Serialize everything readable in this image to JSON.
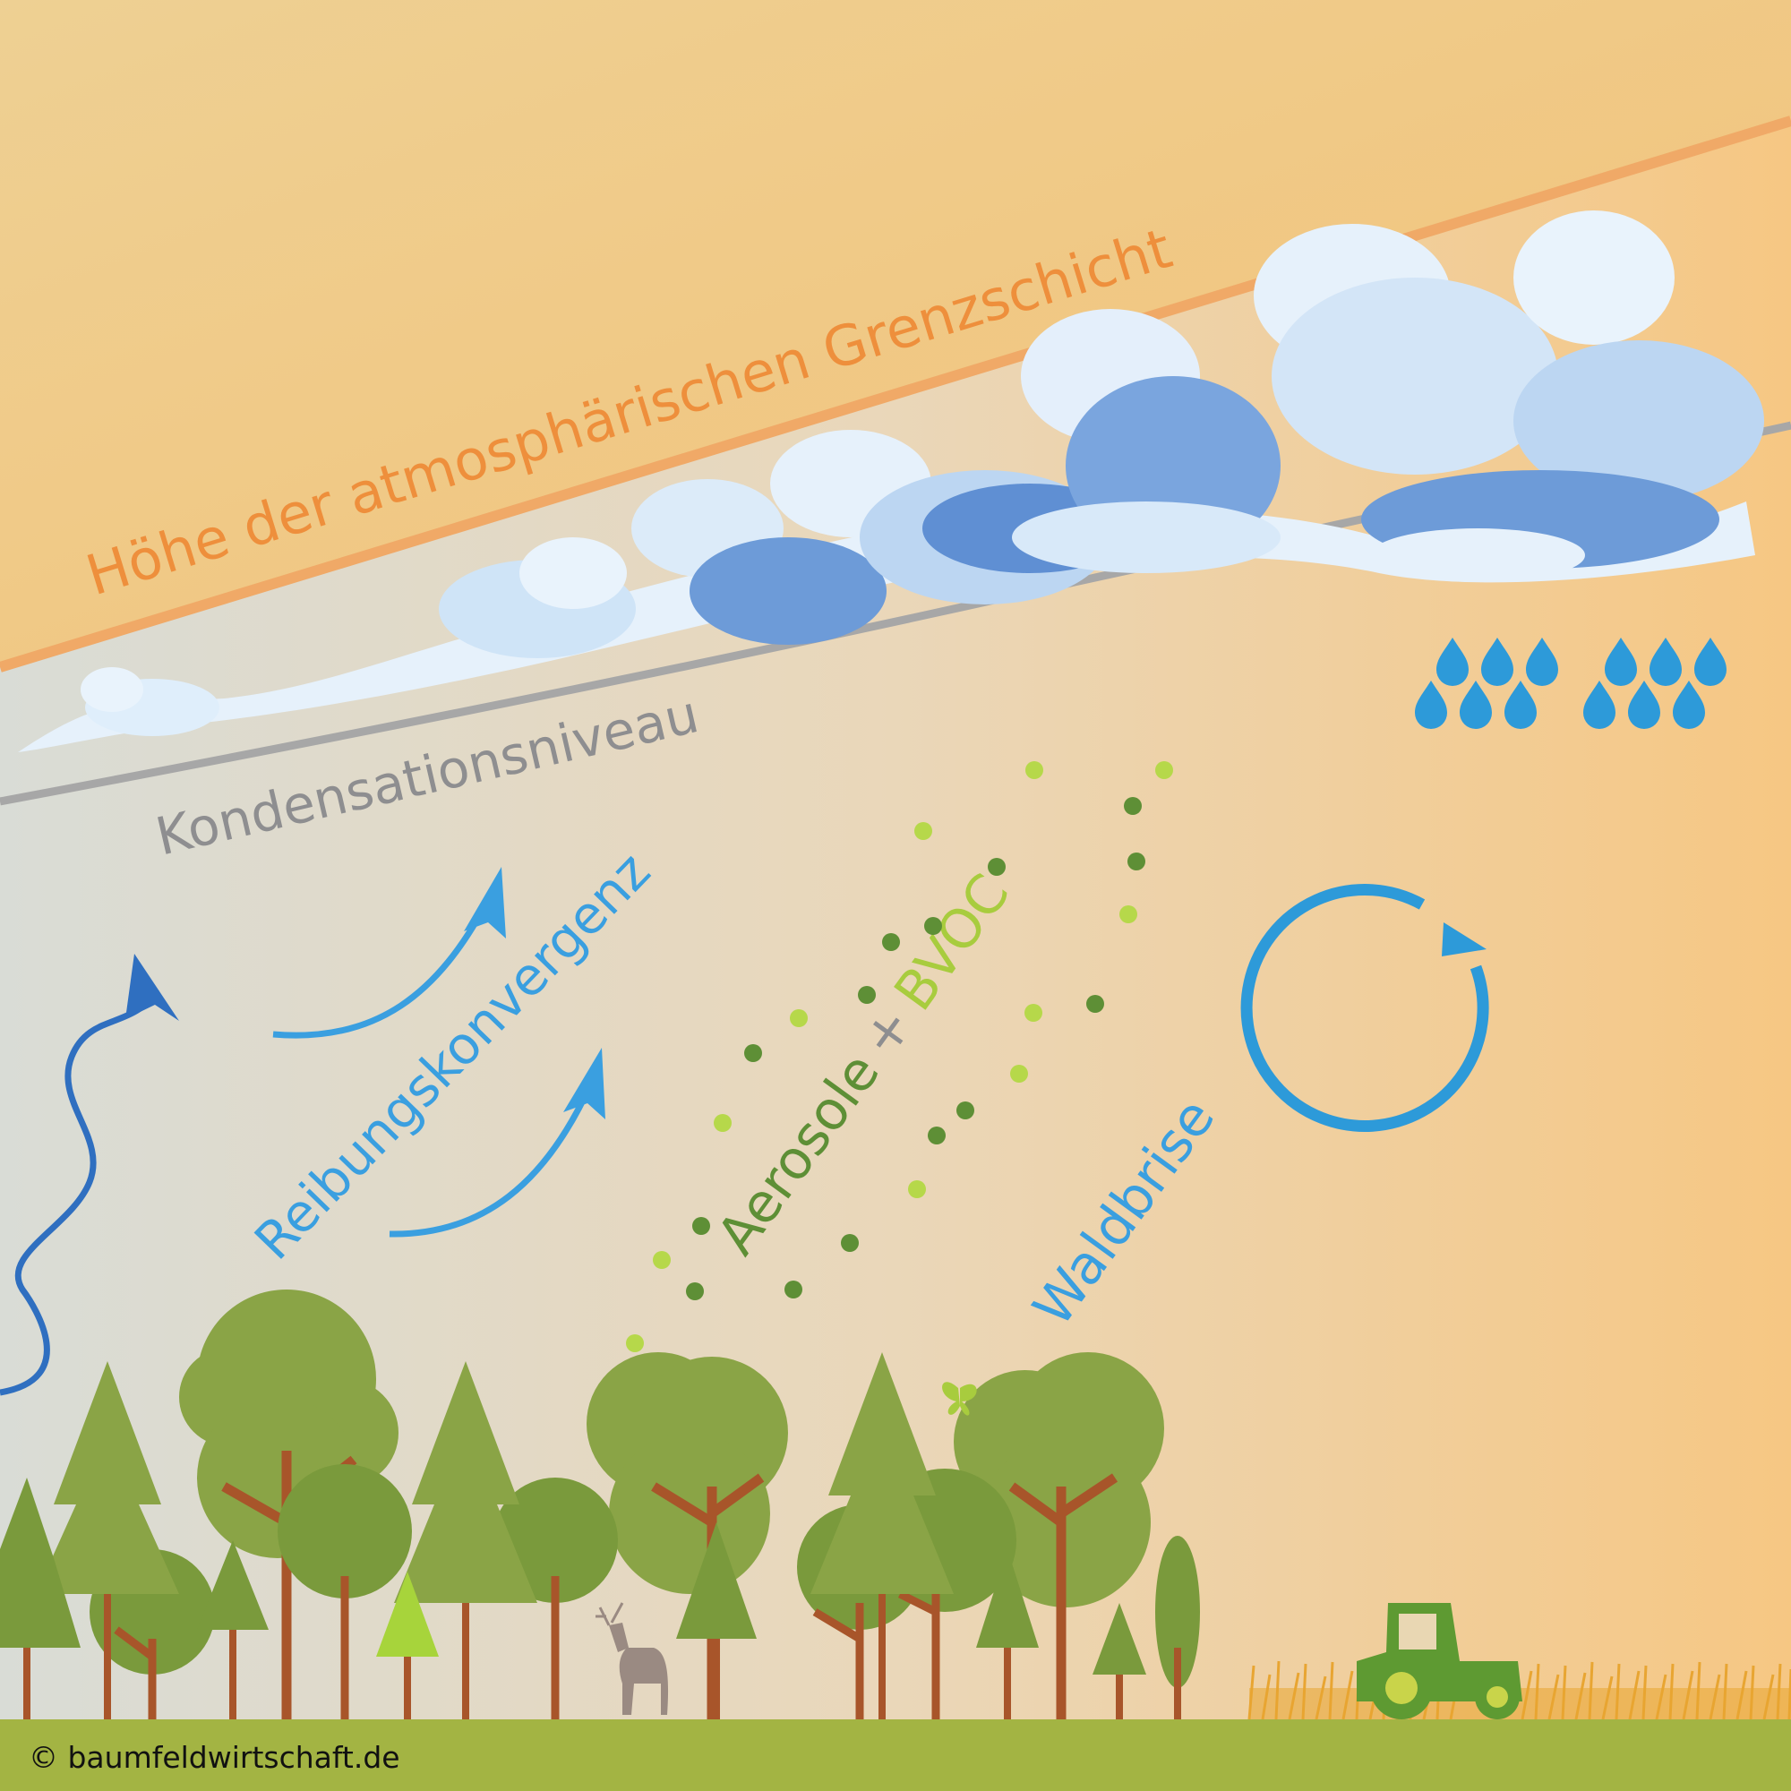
{
  "labels": {
    "boundary_layer": "Höhe der atmosphärischen Grenzschicht",
    "condensation": "Kondensationsniveau",
    "friction": "Reibungskonvergenz",
    "aerosole": "Aerosole",
    "plus": "+",
    "bvoc": "BVOC",
    "breeze": "Waldbrise",
    "credit": "© baumfeldwirtschaft.de"
  },
  "colors": {
    "sky_top": "#f2c783",
    "boundary_label": "#ee8f3c",
    "condensation_label": "#8e8e90",
    "blue_arrow": "#3a9fe0",
    "dark_blue_arrow": "#2f6fc0",
    "aerosol_label": "#5e8f36",
    "bvoc_label": "#a8cc3e",
    "tree_green": "#7a9a3c",
    "trunk": "#a8552a",
    "ground": "#a3b443",
    "grass": "#e8a532",
    "tractor": "#5e9a32"
  },
  "icons": [
    "cloud-icon",
    "raindrop-icon",
    "swirl-arrow-icon",
    "tree-icon",
    "deer-icon",
    "butterfly-icon",
    "tractor-icon"
  ]
}
